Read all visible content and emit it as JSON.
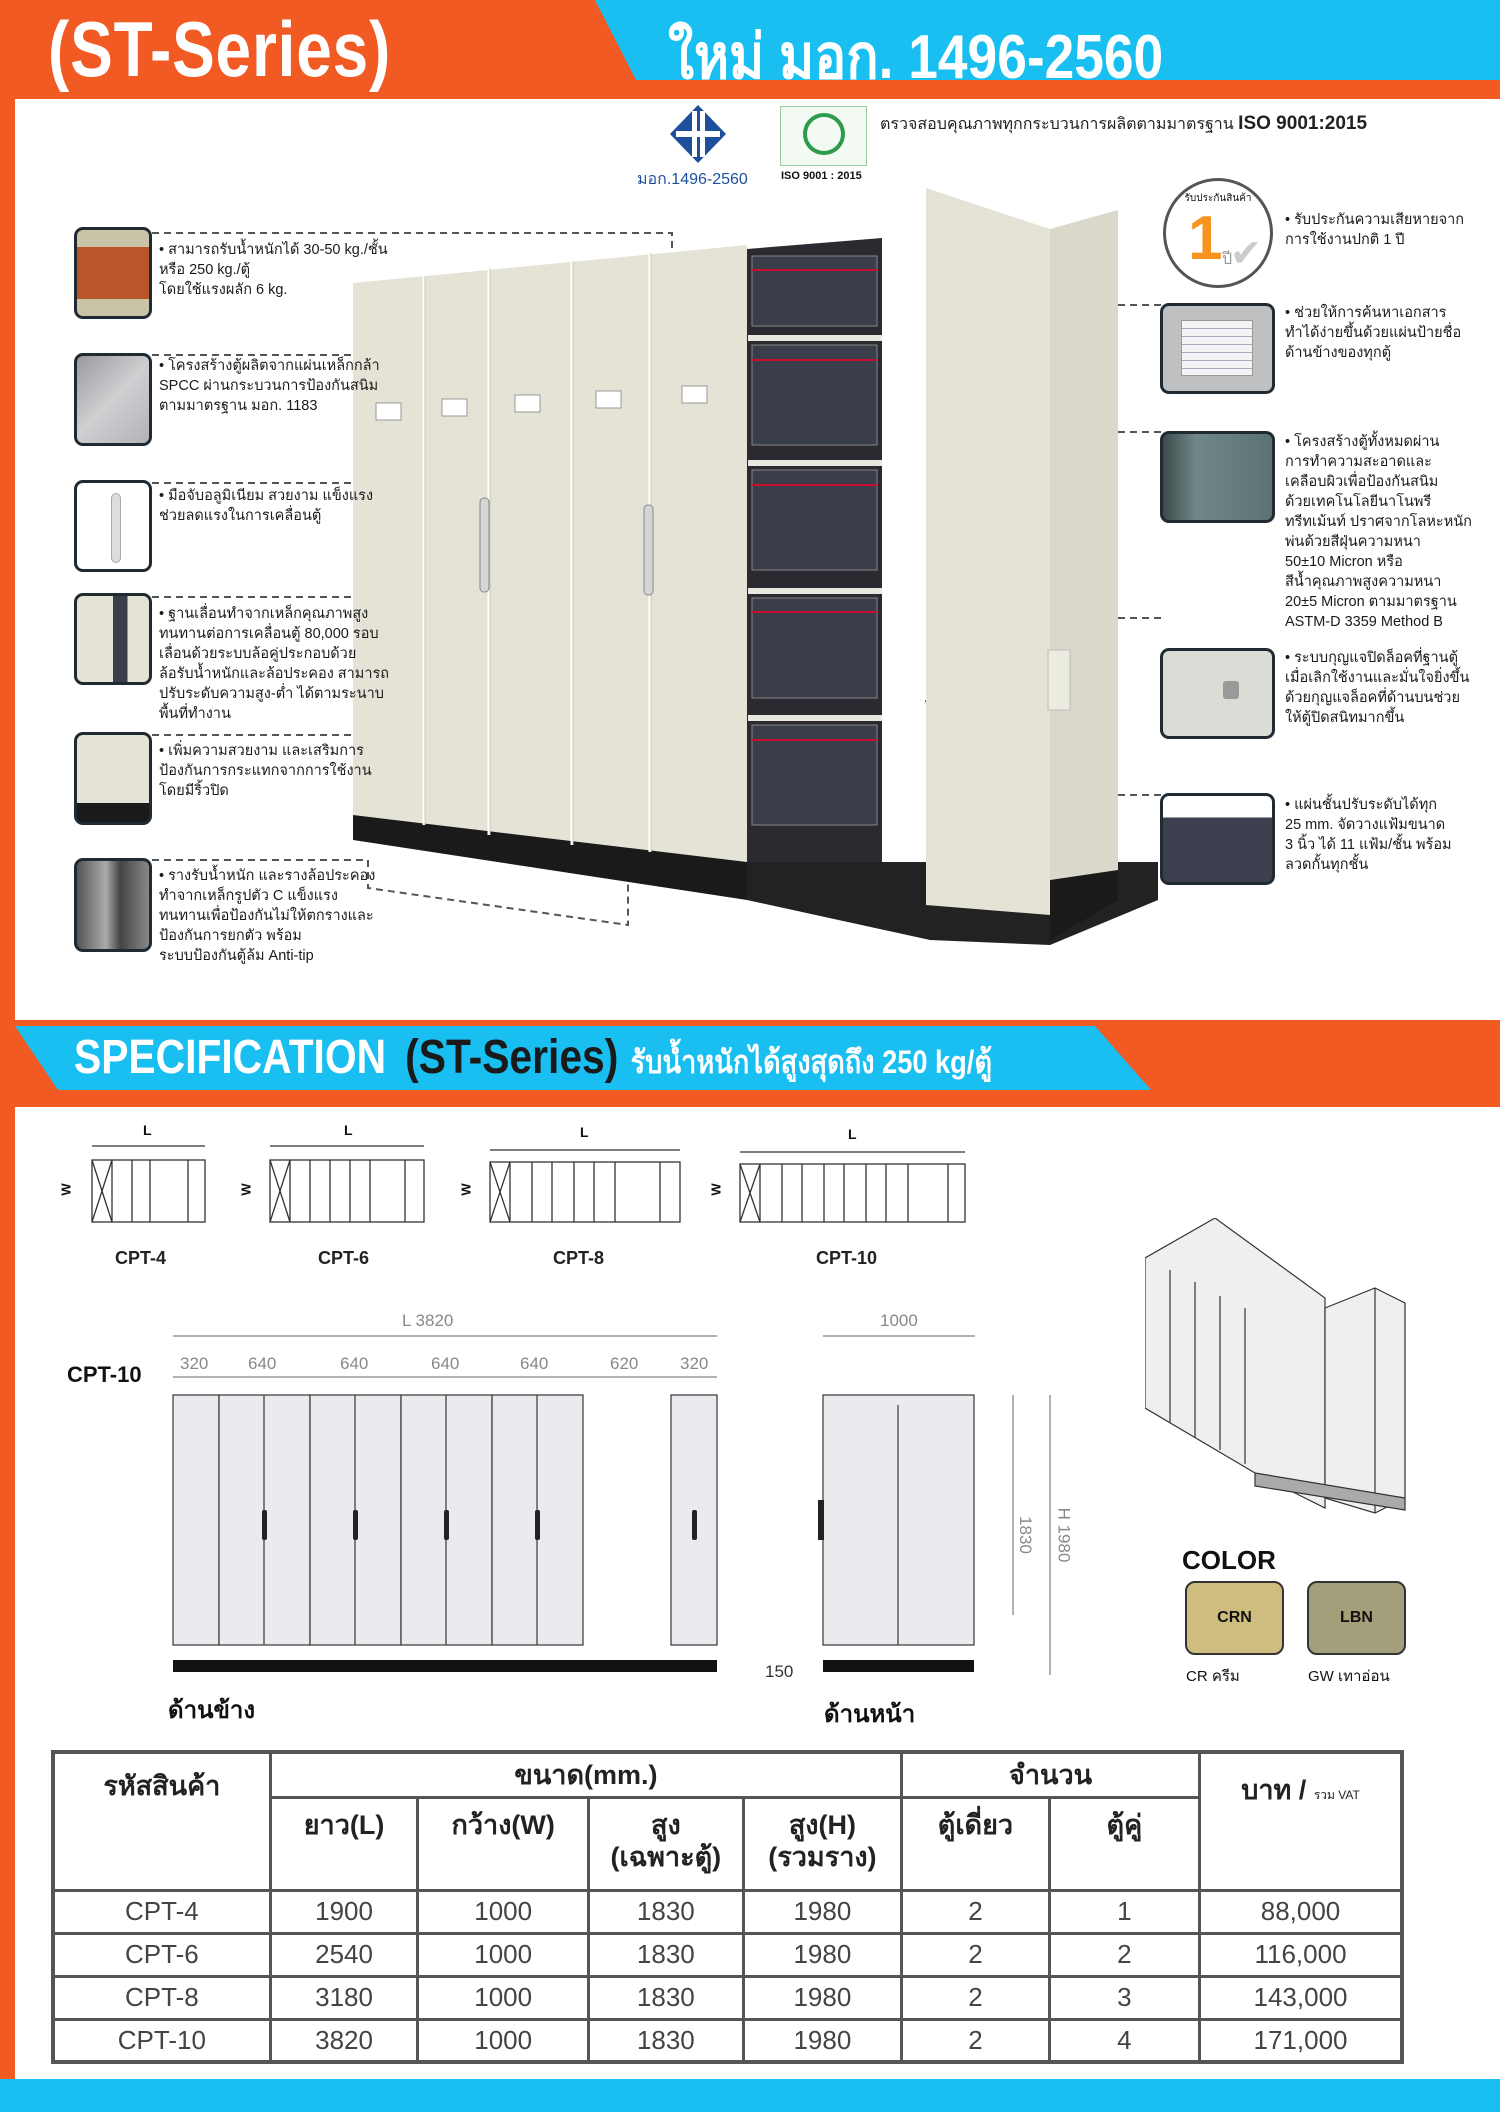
{
  "header": {
    "series": "(ST-Series)",
    "standard": "ใหม่ มอก. 1496-2560"
  },
  "certs": {
    "tis_label": "มอก.1496-2560",
    "iso_label": "ISO 9001 : 2015",
    "quality_text": "ตรวจสอบคุณภาพทุกกระบวนการผลิตตามมาตรฐาน",
    "quality_std": "ISO 9001:2015"
  },
  "warranty": {
    "title": "รับประกันสินค้า",
    "years": "1",
    "unit": "ปี"
  },
  "left_features": [
    "สามารถรับน้ำหนักได้ 30-50 kg./ชั้น\nหรือ 250 kg./ตู้\nโดยใช้แรงผลัก 6 kg.",
    "โครงสร้างตู้ผลิตจากแผ่นเหล็กกล้า\nSPCC ผ่านกระบวนการป้องกันสนิม\nตามมาตรฐาน มอก. 1183",
    "มือจับอลูมิเนียม สวยงาม แข็งแรง\nช่วยลดแรงในการเคลื่อนตู้",
    "ฐานเลื่อนทำจากเหล็กคุณภาพสูง\nทนทานต่อการเคลื่อนตู้ 80,000 รอบ\nเลื่อนด้วยระบบล้อคู่ประกอบด้วย\nล้อรับน้ำหนักและล้อประคอง สามารถ\nปรับระดับความสูง-ต่ำ ได้ตามระนาบ\nพื้นที่ทำงาน",
    "เพิ่มความสวยงาม และเสริมการ\nป้องกันการกระแทกจากการใช้งาน\nโดยมีริ้วปิด",
    "รางรับน้ำหนัก และรางล้อประคอง\nทำจากเหล็กรูปตัว C แข็งแรง\nทนทานเพื่อป้องกันไม่ให้ตกรางและ\nป้องกันการยกตัว พร้อม\nระบบป้องกันตู้ล้ม Anti-tip"
  ],
  "right_features": [
    "รับประกันความเสียหายจาก\nการใช้งานปกติ 1 ปี",
    "ช่วยให้การค้นหาเอกสาร\nทำได้ง่ายขึ้นด้วยแผ่นป้ายชื่อ\nด้านข้างของทุกตู้",
    "โครงสร้างตู้ทั้งหมดผ่าน\nการทำความสะอาดและ\nเคลือบผิวเพื่อป้องกันสนิม\nด้วยเทคโนโลยีนาโนพรี\nทรีทเม้นท์ ปราศจากโลหะหนัก\nพ่นด้วยสีฝุ่นความหนา\n50±10 Micron หรือ\nสีน้ำคุณภาพสูงความหนา\n20±5 Micron ตามมาตรฐาน\nASTM-D 3359 Method B",
    "ระบบกุญแจปิดล็อคที่ฐานตู้\nเมื่อเลิกใช้งานและมั่นใจยิ่งขึ้น\nด้วยกุญแจล็อคที่ด้านบนช่วย\nให้ตู้ปิดสนิทมากขึ้น",
    "แผ่นชั้นปรับระดับได้ทุก\n25 mm. จัดวางแฟ้มขนาด\n3 นิ้ว ได้ 11 แฟ้ม/ชั้น พร้อม\nลวดกั้นทุกชั้น"
  ],
  "spec_banner": {
    "title": "SPECIFICATION",
    "series": "(ST-Series)",
    "subtitle": "รับน้ำหนักได้สูงสุดถึง 250 kg/ตู้"
  },
  "layouts": {
    "length_label": "L",
    "width_label": "W",
    "models": [
      "CPT-4",
      "CPT-6",
      "CPT-8",
      "CPT-10"
    ]
  },
  "side_view": {
    "model": "CPT-10",
    "total": "L 3820",
    "segments": [
      "320",
      "640",
      "640",
      "640",
      "640",
      "620",
      "320"
    ],
    "label": "ด้านข้าง"
  },
  "front_view": {
    "width": "1000",
    "height": "1830",
    "total_height": "H 1980",
    "base": "150",
    "label": "ด้านหน้า"
  },
  "colors": {
    "title": "COLOR",
    "swatches": [
      {
        "code": "CRN",
        "name": "CR ครีม",
        "hex": "#cfbd80"
      },
      {
        "code": "LBN",
        "name": "GW เทาอ่อน",
        "hex": "#a49f7b"
      }
    ]
  },
  "table": {
    "headers": {
      "code": "รหัสสินค้า",
      "size": "ขนาด(mm.)",
      "qty": "จำนวน",
      "price": "บาท /",
      "price_note": "รวม VAT",
      "length": "ยาว(L)",
      "width": "กว้าง(W)",
      "height_cab": "สูง\n(เฉพาะตู้)",
      "height_total": "สูง(H)\n(รวมราง)",
      "single": "ตู้เดี่ยว",
      "double": "ตู้คู่"
    },
    "rows": [
      [
        "CPT-4",
        "1900",
        "1000",
        "1830",
        "1980",
        "2",
        "1",
        "88,000"
      ],
      [
        "CPT-6",
        "2540",
        "1000",
        "1830",
        "1980",
        "2",
        "2",
        "116,000"
      ],
      [
        "CPT-8",
        "3180",
        "1000",
        "1830",
        "1980",
        "2",
        "3",
        "143,000"
      ],
      [
        "CPT-10",
        "3820",
        "1000",
        "1830",
        "1980",
        "2",
        "4",
        "171,000"
      ]
    ]
  },
  "colors_theme": {
    "orange": "#f15a22",
    "cyan": "#18bff0",
    "price_red": "#c4161c",
    "cabinet": "#e4e3d6"
  }
}
